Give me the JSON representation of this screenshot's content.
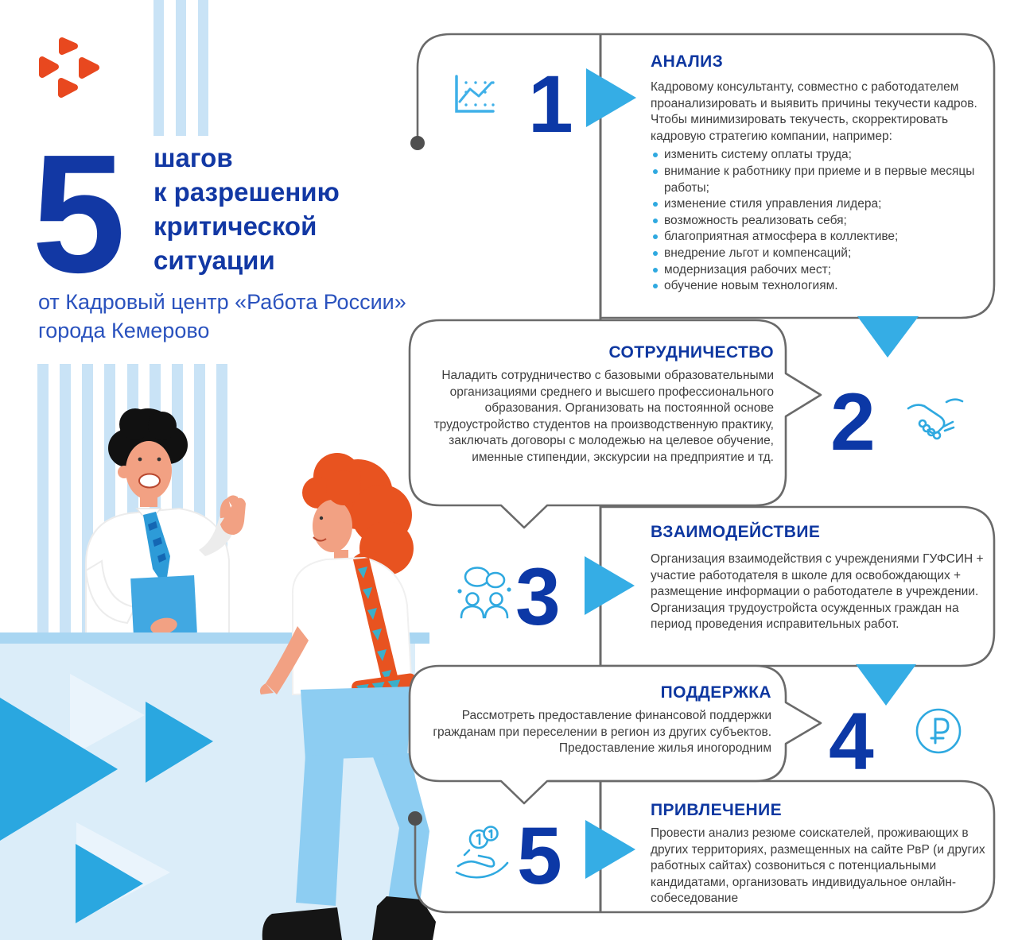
{
  "colors": {
    "accent_blue": "#0C38A6",
    "heading_blue": "#0E37A0",
    "light_blue": "#2FA9E0",
    "pale_blue_stripe": "#C9E3F6",
    "orange": "#E8481F",
    "outline_gray": "#6A6A6A",
    "body_text": "#3E3E3E",
    "desk_front": "#DBEDF9",
    "desk_edge": "#A9D6F2"
  },
  "logo": {
    "icon": "rabota-rossii-logo"
  },
  "header": {
    "big_number": "5",
    "title": "шагов\nк разрешению\nкритической\nситуации",
    "subtitle": "от Кадровый центр «Работа России»\nгорода Кемерово"
  },
  "steps": [
    {
      "number": "1",
      "title": "АНАЛИЗ",
      "icon": "line-chart-icon",
      "intro": "Кадровому консультанту, совместно с работодателем проанализировать и выявить причины текучести кадров. Чтобы минимизировать текучесть, скорректировать кадровую стратегию компании, например:",
      "bullets": [
        "изменить систему оплаты труда;",
        "внимание к работнику при приеме и в первые месяцы работы;",
        "изменение стиля управления лидера;",
        "возможность реализовать себя;",
        "благоприятная атмосфера в коллективе;",
        "внедрение льгот и компенсаций;",
        "модернизация рабочих мест;",
        "обучение новым технологиям."
      ]
    },
    {
      "number": "2",
      "title": "СОТРУДНИЧЕСТВО",
      "icon": "handshake-icon",
      "text": "Наладить сотрудничество с базовыми образовательными организациями среднего и высшего профессионального образования. Организовать на постоянной основе трудоустройство студентов на производственную практику, заключать договоры с молодежью на целевое обучение, именные стипендии, экскурсии на предприятие и тд."
    },
    {
      "number": "3",
      "title": "ВЗАИМОДЕЙСТВИЕ",
      "icon": "people-conversation-icon",
      "text": "Организация взаимодействия с учреждениями ГУФСИН + участие работодателя в школе для освобождающих + размещение информации о работодателе в учреждении. Организация трудоустройста осужденных граждан на период проведения исправительных работ."
    },
    {
      "number": "4",
      "title": "ПОДДЕРЖКА",
      "icon": "ruble-coin-icon",
      "text": "Рассмотреть предоставление финансовой поддержки гражданам при переселении в регион из других субъектов. Предоставление жилья иногородним"
    },
    {
      "number": "5",
      "title": "ПРИВЛЕЧЕНИЕ",
      "icon": "hand-coins-icon",
      "text": "Провести анализ резюме соискателей, проживающих в других территориях, размещенных на сайте РвР (и других работных сайтах) созвониться с потенциальными кандидатами, организовать индивидуальное онлайн-собеседование"
    }
  ]
}
